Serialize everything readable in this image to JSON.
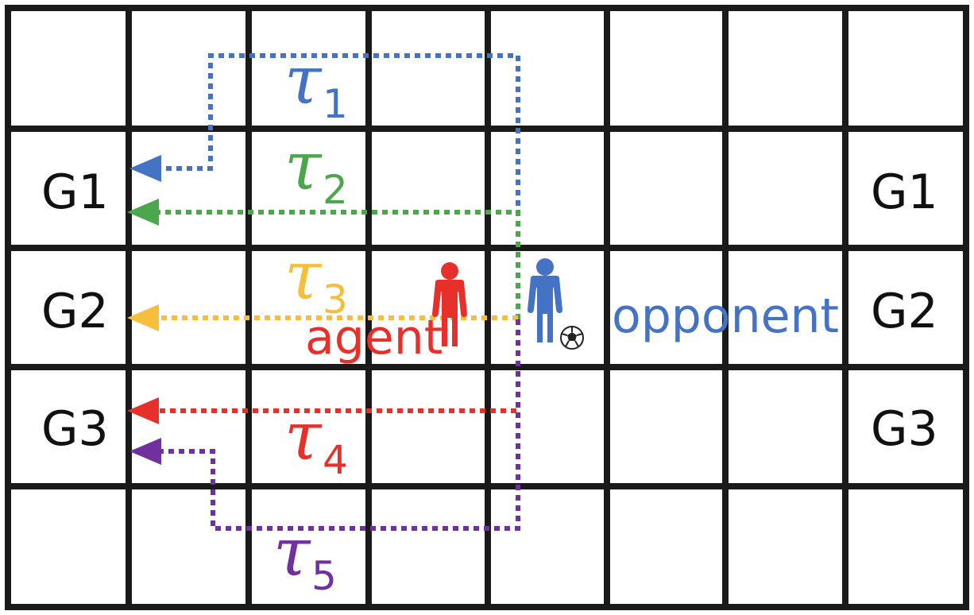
{
  "grid": {
    "rows": 5,
    "cols": 8,
    "line_color": "#1a1a1a"
  },
  "goals": {
    "left": [
      "G1",
      "G2",
      "G3"
    ],
    "right": [
      "G1",
      "G2",
      "G3"
    ]
  },
  "trajectories": [
    {
      "symbol": "τ",
      "index": "1",
      "color": "#4472C4"
    },
    {
      "symbol": "τ",
      "index": "2",
      "color": "#4CA64C"
    },
    {
      "symbol": "τ",
      "index": "3",
      "color": "#F5BE3C"
    },
    {
      "symbol": "τ",
      "index": "4",
      "color": "#E8302A"
    },
    {
      "symbol": "τ",
      "index": "5",
      "color": "#7030A0"
    }
  ],
  "agent": {
    "label": "agent",
    "color": "#E8302A",
    "icon": "person-icon"
  },
  "opponent": {
    "label": "opponent",
    "color": "#4472C4",
    "icon": "person-icon",
    "ball_icon": "soccer-ball-icon"
  }
}
